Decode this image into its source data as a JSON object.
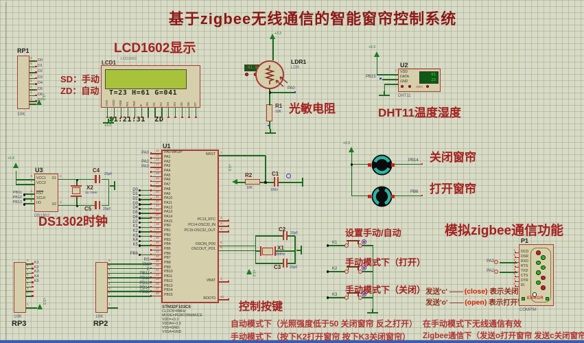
{
  "title": "基于zigbee无线通信的智能窗帘控制系统",
  "power_label": "+3.3",
  "annotations": {
    "lcd": "LCD1602显示",
    "sd": "SD：手动",
    "zd": "ZD：自动",
    "ldr": "光敏电阻",
    "dht": "DHT11温度湿度",
    "rtc": "DS1302时钟",
    "close": "关闭窗帘",
    "open": "打开窗帘",
    "zigbee": "模拟zigbee通信功能",
    "keys": "控制按键"
  },
  "notes": {
    "auto": "自动模式下（光照强度低于50 关闭窗帘  反之打开）",
    "manual": "手动模式下（按下K2打开窗帘  按下K3关闭窗帘）",
    "wireless": "在手动模式下无线通信有效",
    "zigbee": "Zigbee通信下（发送o打开窗帘  发送c关闭窗帘）"
  },
  "lcd": {
    "ref": "LCD1",
    "part": "LCD1602",
    "line1": "T=23 H=61 G=041",
    "line2": "21:21:31  ZD",
    "pins": [
      "VSS",
      "VDD",
      "VEE",
      "RS",
      "RW",
      "E",
      "D0",
      "D1",
      "D2",
      "D3",
      "D4",
      "D5",
      "D6",
      "D7"
    ]
  },
  "rp1": {
    "ref": "RP1",
    "value": "10K",
    "nets": [
      "D0",
      "D1",
      "D2",
      "D3",
      "D4",
      "D5",
      "D6",
      "D7"
    ]
  },
  "rp2": {
    "ref": "RP2",
    "value": "10K",
    "nets": [
      "",
      "",
      "",
      "",
      "",
      "",
      "",
      ""
    ]
  },
  "rp3": {
    "ref": "RP3",
    "value": "10K",
    "nets": [
      "K1",
      "K2",
      "K3",
      "K4",
      "K5",
      "",
      "",
      ""
    ]
  },
  "ldr": {
    "ref": "LDR1",
    "part": "LDR",
    "display": "41.0",
    "net": "PA0",
    "r_ref": "R1",
    "r_value": "10K"
  },
  "dht": {
    "ref": "U2",
    "part": "DHT11",
    "net": "PB15",
    "rh_label": "%RH",
    "humidity": "61",
    "temperature": "23",
    "pins": [
      [
        "1",
        "VDD"
      ],
      [
        "2",
        "DATA"
      ],
      [
        "4",
        "GND"
      ]
    ]
  },
  "rtc": {
    "ref": "U3",
    "part": "DS1302",
    "left_pins": [
      [
        "8",
        "VCC1"
      ],
      [
        "1",
        "VCC2"
      ],
      [
        "5",
        "RST"
      ],
      [
        "7",
        "SCLK"
      ],
      [
        "6",
        "I/O"
      ]
    ],
    "right_pins": [
      [
        "2",
        "X1"
      ],
      [
        "3",
        "X2"
      ]
    ],
    "nets": [
      "PB11",
      "PB12",
      "PB13"
    ],
    "xtal_ref": "X2",
    "xtal_value": "32.768K",
    "c4_ref": "C4",
    "c4_value": "20pF",
    "c5_ref": "C5",
    "c5_value": "20pF"
  },
  "mcu": {
    "ref": "U1",
    "part": "STM32F103C6",
    "props": [
      "CLOCK=8MHz",
      "MODE=PERFORMANCE",
      "VDD=+3.3",
      "VDDA=+3.3",
      "VSS=GND",
      "VSSA=GND"
    ],
    "left_pins": [
      [
        "PA0",
        "10",
        "PA0-WKUP"
      ],
      [
        "",
        "11",
        "PA1"
      ],
      [
        "PA2",
        "12",
        "PA2"
      ],
      [
        "PA3",
        "13",
        "PA3"
      ],
      [
        "",
        "14",
        "PA4"
      ],
      [
        "",
        "15",
        "PA5"
      ],
      [
        "",
        "16",
        "PA6"
      ],
      [
        "",
        "17",
        "PA7"
      ],
      [
        "D0",
        "29",
        "PA8"
      ],
      [
        "D1",
        "30",
        "PA9"
      ],
      [
        "D2",
        "31",
        "PA10"
      ],
      [
        "D3",
        "32",
        "PA11"
      ],
      [
        "D4",
        "33",
        "PA12"
      ],
      [
        "D5",
        "34",
        "PA13"
      ],
      [
        "D6",
        "37",
        "PA14"
      ],
      [
        "D7",
        "38",
        "PA15"
      ],
      [
        "K1",
        "18",
        "PB0"
      ],
      [
        "K2",
        "19",
        "PB1"
      ],
      [
        "K3",
        "20",
        "PB2"
      ],
      [
        "K4",
        "39",
        "PB3"
      ],
      [
        "K5",
        "40",
        "PB4"
      ],
      [
        "",
        "41",
        "PB5"
      ],
      [
        "PB6",
        "42",
        "PB6"
      ],
      [
        "",
        "43",
        "PB7"
      ],
      [
        "RS",
        "45",
        "PB8"
      ],
      [
        "RW",
        "46",
        "PB9"
      ],
      [
        "E",
        "21",
        "PB10"
      ],
      [
        "PB11",
        "22",
        "PB11"
      ],
      [
        "PB12",
        "25",
        "PB12"
      ],
      [
        "PB13",
        "26",
        "PB13"
      ],
      [
        "PB14",
        "27",
        "PB14"
      ],
      [
        "PB15",
        "28",
        "PB15"
      ]
    ],
    "right_pins": [
      [
        "NRST",
        "7"
      ],
      [
        "PC13_RTC",
        "2"
      ],
      [
        "PC14-OSC32_IN",
        "3"
      ],
      [
        "PC15-OSC32_OUT",
        "4"
      ],
      [
        "OSCIN_PD0",
        "5"
      ],
      [
        "OSCOUT_PD1",
        "6"
      ],
      [
        "VBAT",
        "1"
      ],
      [
        "BOOT0",
        "44"
      ]
    ]
  },
  "reset": {
    "r_ref": "R2",
    "r_value": "10K",
    "c_ref": "C1",
    "c_value": "100n"
  },
  "xtal": {
    "ref": "X1",
    "value": "8MHz",
    "c2_ref": "C2",
    "c2_value": "20pF",
    "c3_ref": "C3",
    "c3_value": "20pF"
  },
  "motors": {
    "close_net": "PB14",
    "open_net": "PB6"
  },
  "buttons": [
    {
      "net": "K1",
      "caption": "设置手动/自动"
    },
    {
      "net": "K2",
      "caption": "手动模式下（打开）"
    },
    {
      "net": "K3",
      "caption": "手动模式下（关闭）"
    }
  ],
  "compim": {
    "ref": "P1",
    "part": "COMPIM",
    "error_label": "ERROR",
    "pins": [
      [
        "1",
        "DCD"
      ],
      [
        "6",
        "DSR"
      ],
      [
        "2",
        "RXD"
      ],
      [
        "7",
        "RTS"
      ],
      [
        "3",
        "TXD"
      ],
      [
        "8",
        "CTS"
      ],
      [
        "4",
        "DTR"
      ],
      [
        "9",
        "RI"
      ]
    ],
    "led_colors": [
      "red",
      "green",
      "green",
      "green",
      "green",
      "red",
      "green",
      "red"
    ],
    "nets": [
      "PA3",
      "PA2"
    ],
    "send_lines": [
      {
        "cmd": "发送'c'",
        "dash": "——",
        "word": "(close)",
        "desc": "表示关闭窗帘"
      },
      {
        "cmd": "发送'o'",
        "dash": "——",
        "word": "(open)",
        "desc": "表示打开窗帘"
      }
    ]
  }
}
